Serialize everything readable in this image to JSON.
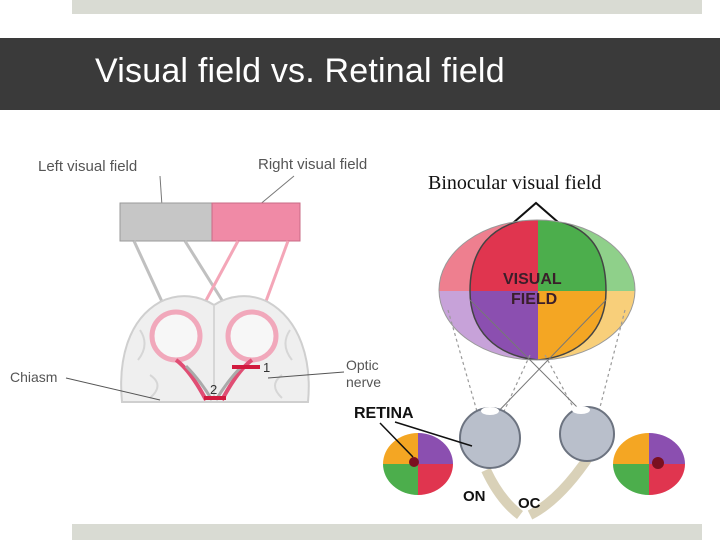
{
  "slide": {
    "title": "Visual field vs. Retinal field"
  },
  "left_diagram": {
    "left_visual_field": "Left visual field",
    "right_visual_field": "Right visual field",
    "chiasm": "Chiasm",
    "optic_nerve_line1": "Optic",
    "optic_nerve_line2": "nerve",
    "marker_1": "1",
    "marker_2": "2"
  },
  "right_diagram": {
    "binocular_label": "Binocular visual field",
    "visual_label": "VISUAL",
    "field_label": "FIELD",
    "retina_label": "RETINA",
    "on_label": "ON",
    "oc_label": "OC"
  },
  "colors": {
    "title_band": "#3a3a3a",
    "accent_bars": "#d9dbd3",
    "red": "#e0354f",
    "green": "#4cae4c",
    "orange": "#f4a623",
    "purple": "#8b4fb0",
    "pink": "#f08aa6",
    "gray": "#c6c6c6"
  }
}
